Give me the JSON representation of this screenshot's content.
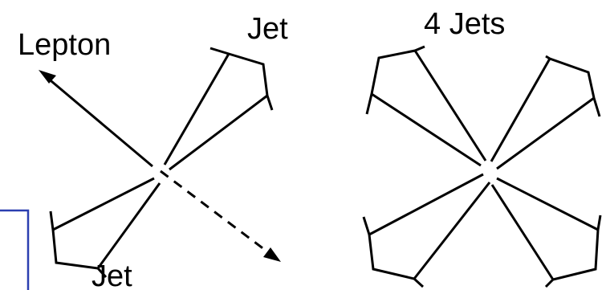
{
  "diagram": {
    "left_event": {
      "lepton_label": "Lepton",
      "jet_top_label": "Jet",
      "jet_bottom_label": "Jet"
    },
    "right_event": {
      "title": "4 Jets"
    },
    "colors": {
      "ink": "#000000",
      "frame": "#2b3fb0",
      "background": "#ffffff"
    }
  }
}
